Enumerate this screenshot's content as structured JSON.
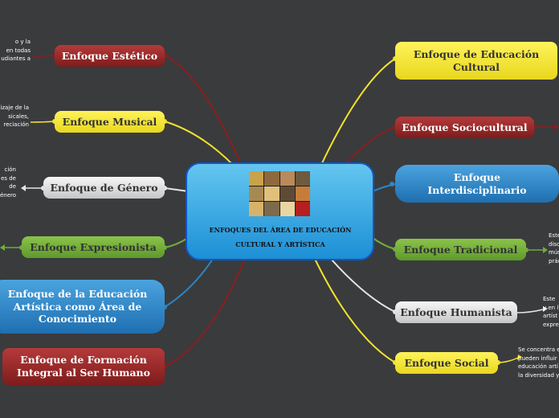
{
  "center": {
    "title_line1": "ENFOQUES DEL ÁREA DE EDUCACIÓN",
    "title_line2": "CULTURAL Y ARTÍSTICA"
  },
  "left_nodes": {
    "estetico": "Enfoque Estético",
    "musical": "Enfoque Musical",
    "genero": "Enfoque de Género",
    "expresionista": "Enfoque Expresionista",
    "conocimiento_l1": "Enfoque de la Educación",
    "conocimiento_l2": "Artística como Área de",
    "conocimiento_l3": "Conocimiento",
    "formacion_l1": "Enfoque de Formación",
    "formacion_l2": "Integral al Ser Humano"
  },
  "right_nodes": {
    "cultural_l1": "Enfoque de Educación",
    "cultural_l2": "Cultural",
    "sociocultural": "Enfoque Sociocultural",
    "interdisciplinario_l1": "Enfoque",
    "interdisciplinario_l2": "Interdisciplinario",
    "tradicional": "Enfoque Tradicional",
    "humanista": "Enfoque Humanista",
    "social": "Enfoque Social"
  },
  "notes": {
    "estetico": [
      "o y la",
      "en todas",
      "udiantes a"
    ],
    "musical": [
      "izaje de la",
      "sicales,",
      "reciación"
    ],
    "genero": [
      "ción",
      "es de",
      "de",
      "énero"
    ],
    "tradicional": [
      "Este",
      "disc",
      "mús",
      "prác"
    ],
    "humanista": [
      "Este",
      "y en l",
      "artíst",
      "expre"
    ],
    "social": [
      "Se concentra e",
      "pueden influir",
      "educación artí",
      "la diversidad y"
    ]
  },
  "colors": {
    "background": "#3a3b3d",
    "red": "#8b1e1e",
    "yellow": "#f2e22e",
    "grey": "#e0e0e0",
    "green": "#6fae3a",
    "blue": "#2b86c8",
    "center": "#2aa0e0"
  }
}
